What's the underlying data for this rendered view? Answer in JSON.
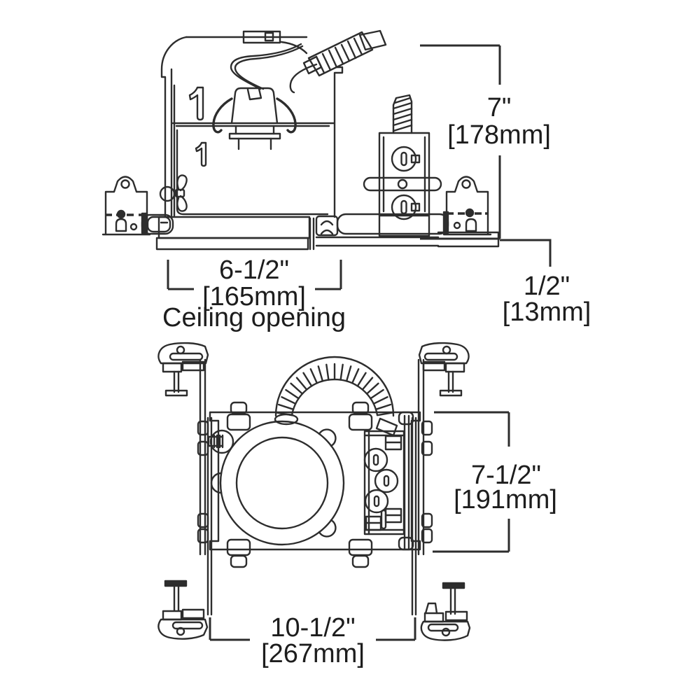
{
  "document": {
    "type": "technical-dimension-diagram",
    "subject": "recessed-light-housing"
  },
  "dims": {
    "height": {
      "value": "7\"",
      "metric": "[178mm]"
    },
    "opening": {
      "value": "6-1/2\"",
      "metric": "[165mm]",
      "caption": "Ceiling opening"
    },
    "recess": {
      "value": "1/2\"",
      "metric": "[13mm]"
    },
    "depth": {
      "value": "7-1/2\"",
      "metric": "[191mm]"
    },
    "width": {
      "value": "10-1/2\"",
      "metric": "[267mm]"
    }
  },
  "colors": {
    "line": "#2d2d2d",
    "text": "#1d1d1d",
    "background": "#ffffff"
  }
}
